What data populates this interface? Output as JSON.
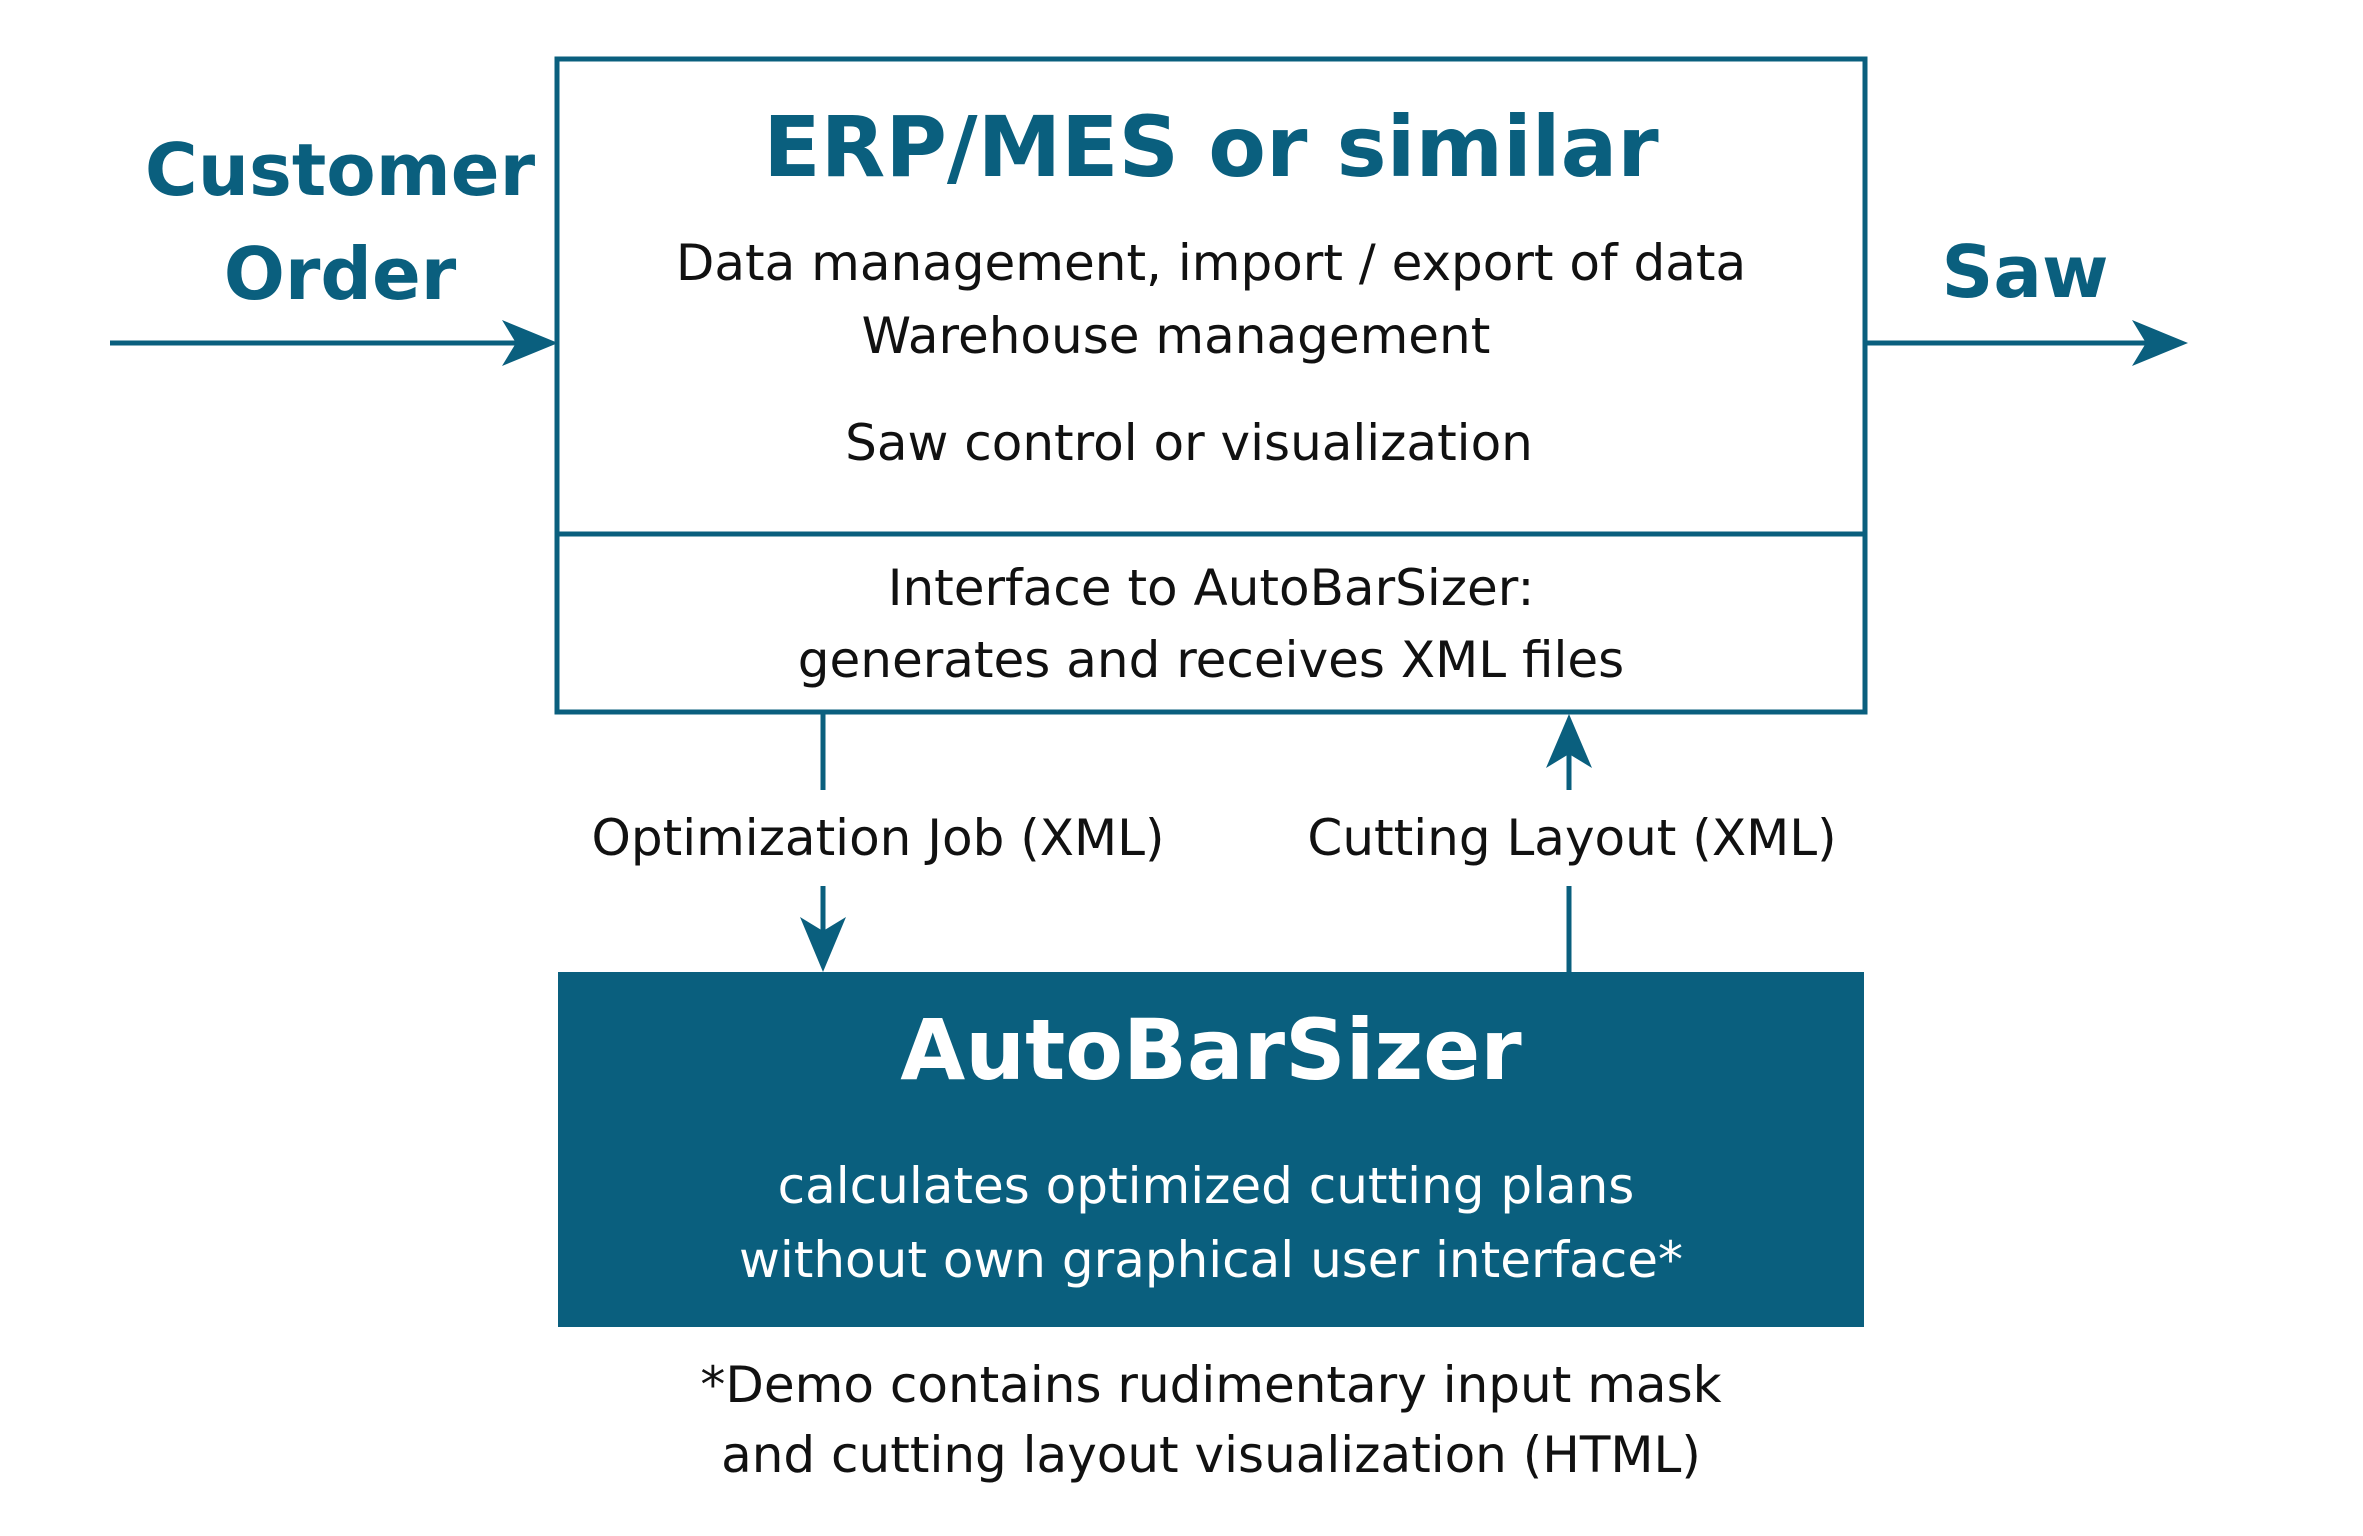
{
  "colors": {
    "primary": "#0a5f7e",
    "text": "#111111",
    "inverse_text": "#ffffff",
    "background": "#ffffff"
  },
  "input": {
    "line1": "Customer",
    "line2": "Order"
  },
  "output": {
    "label": "Saw"
  },
  "erp_box": {
    "title": "ERP/MES or similar",
    "line1": "Data management, import / export of data",
    "line2": "Warehouse management",
    "line3": "Saw control or visualization"
  },
  "interface_box": {
    "line1": "Interface to AutoBarSizer:",
    "line2": "generates and receives XML files"
  },
  "flows": {
    "down_label": "Optimization Job (XML)",
    "up_label": "Cutting Layout (XML)"
  },
  "autobarsizer_box": {
    "title": "AutoBarSizer",
    "line1": "calculates optimized cutting plans",
    "line2": "without own graphical user interface*"
  },
  "footnote": {
    "line1": "*Demo contains rudimentary input mask",
    "line2": "and cutting layout visualization (HTML)"
  }
}
